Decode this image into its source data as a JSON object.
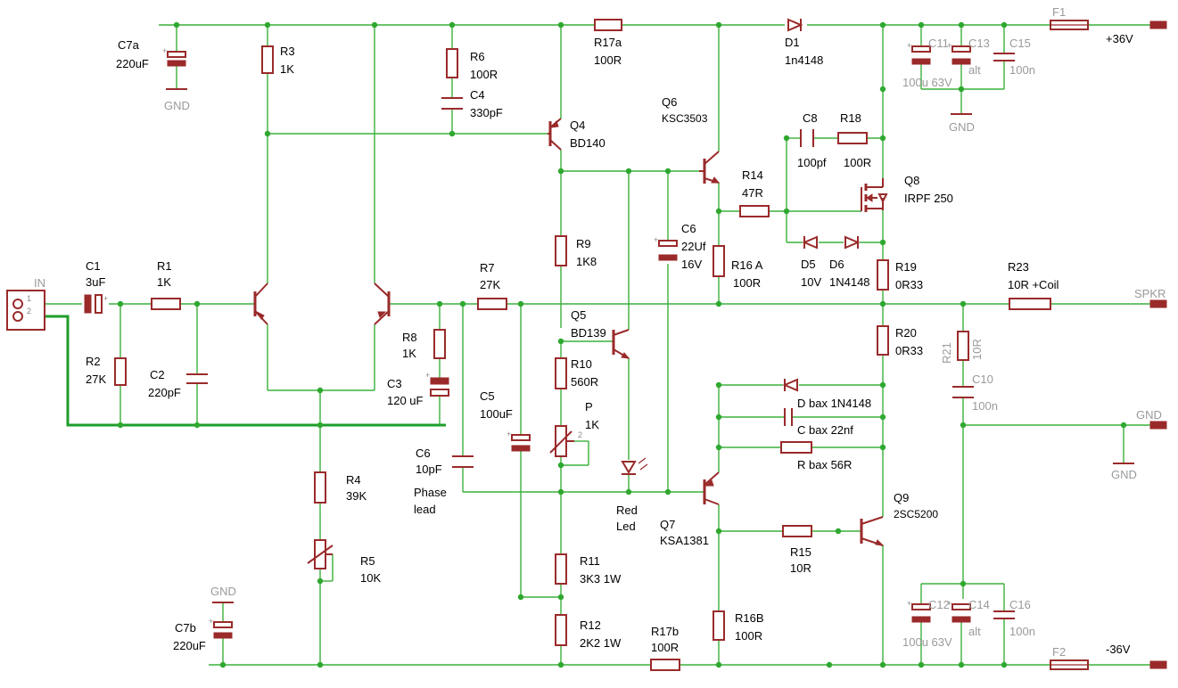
{
  "labels": {
    "c7a": "C7a",
    "c7a_v": "220uF",
    "gnd_top": "GND",
    "r3": "R3",
    "r3_v": "1K",
    "r6": "R6",
    "r6_v": "100R",
    "c4": "C4",
    "c4_v": "330pF",
    "q4": "Q4",
    "q4_v": "BD140",
    "r17a": "R17a",
    "r17a_v": "100R",
    "q6": "Q6",
    "q6_v": "KSC3503",
    "d1": "D1",
    "d1_v": "1n4148",
    "c11": "C11",
    "c11_v": "100u 63V",
    "c13": "C13",
    "c13_v": "alt",
    "c15": "C15",
    "c15_v": "100n",
    "gnd_c11": "GND",
    "f1": "F1",
    "plus36": "+36V",
    "c8": "C8",
    "c8_v": "100pf",
    "r18": "R18",
    "r18_v": "100R",
    "q8": "Q8",
    "q8_v": "IRPF 250",
    "r14": "R14",
    "r14_v": "47R",
    "c6a": "C6",
    "c6a_v": "22Uf",
    "c6a_v2": "16V",
    "r16a": "R16 A",
    "r16a_v": "100R",
    "d5": "D5",
    "d5_v": "10V",
    "d6": "D6",
    "d6_v": "1N4148",
    "r19": "R19",
    "r19_v": "0R33",
    "r23": "R23",
    "r23_v": "10R +Coil",
    "spkr": "SPKR",
    "in": "IN",
    "pin1": "1",
    "pin2": "2",
    "c1": "C1",
    "c1_v": "3uF",
    "r1": "R1",
    "r1_v": "1K",
    "r2": "R2",
    "r2_v": "27K",
    "c2": "C2",
    "c2_v": "220pF",
    "r9": "R9",
    "r9_v": "1K8",
    "r7": "R7",
    "r7_v": "27K",
    "r8": "R8",
    "r8_v": "1K",
    "c3": "C3",
    "c3_v": "120 uF",
    "q5": "Q5",
    "q5_v": "BD139",
    "r10": "R10",
    "r10_v": "560R",
    "c5": "C5",
    "c5_v": "100uF",
    "pot_p": "P",
    "pot_p_v": "1K",
    "pot_pin": "2",
    "r20": "R20",
    "r20_v": "0R33",
    "r21": "R21",
    "r21_v": "10R",
    "c10": "C10",
    "c10_v": "100n",
    "gnd_right": "GND",
    "gnd_right2": "GND",
    "dbax": "D bax 1N4148",
    "cbax": "C bax 22nf",
    "rbax": "R bax  56R",
    "c6b": "C6",
    "c6b_v": "10pF",
    "phase1": "Phase",
    "phase2": "lead",
    "led1": "Red",
    "led2": "Led",
    "r4": "R4",
    "r4_v": "39K",
    "r5": "R5",
    "r5_v": "10K",
    "q7": "Q7",
    "q7_v": "KSA1381",
    "q9": "Q9",
    "q9_v": "2SC5200",
    "r15": "R15",
    "r15_v": "10R",
    "r11": "R11",
    "r11_v": "3K3 1W",
    "r12": "R12",
    "r12_v": "2K2 1W",
    "r16b": "R16B",
    "r16b_v": "100R",
    "r17b": "R17b",
    "r17b_v": "100R",
    "gnd_c7b": "GND",
    "c7b": "C7b",
    "c7b_v": "220uF",
    "c12": "C12",
    "c12_v": "100u 63V",
    "c14": "C14",
    "c14_v": "alt",
    "c16": "C16",
    "c16_v": "100n",
    "f2": "F2",
    "minus36": "-36V"
  }
}
